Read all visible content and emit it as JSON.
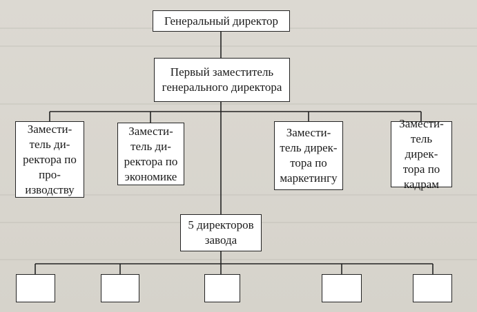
{
  "org_chart": {
    "top": "Генеральный директор",
    "first_deputy": "Первый заместитель\nгенерального директора",
    "deputies": [
      "Замести-\nтель ди-\nректора по\nпро-\nизводству",
      "Замести-\nтель ди-\nректора по\nэкономике",
      "Замести-\nтель дирек-\nтора по\nмаркетингу",
      "Замести-\nтель дирек-\nтора по\nкадрам"
    ],
    "plant_directors": "5 директоров\nзавода",
    "plant_boxes": [
      "",
      "",
      "",
      "",
      ""
    ]
  }
}
